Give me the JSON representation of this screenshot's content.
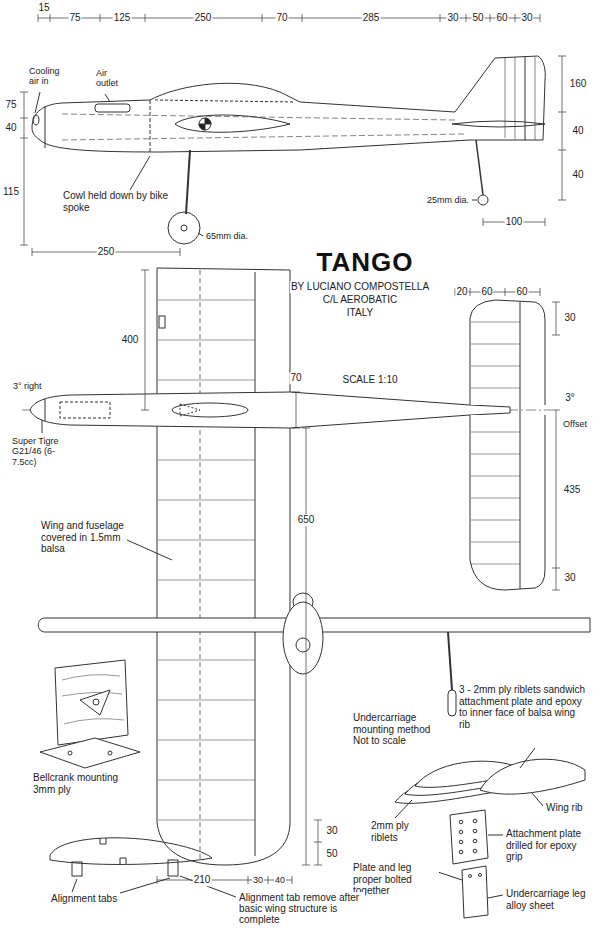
{
  "diagram": {
    "title": "TANGO",
    "labels": [
      "15",
      "75",
      "125",
      "250",
      "70",
      "285",
      "30",
      "50",
      "60",
      "30",
      "160",
      "40",
      "40",
      "75",
      "40",
      "115",
      "Cooling air in",
      "Air outlet",
      "Cowl held down by bike spoke",
      "65mm dia.",
      "25mm dia.",
      "250",
      "100",
      "BY LUCIANO COMPOSTELLA",
      "C/L AEROBATIC",
      "ITALY",
      "20",
      "60",
      "60",
      "30",
      "3°",
      "Offset",
      "435",
      "30",
      "400",
      "3° right",
      "70",
      "SCALE 1:10",
      "Super Tigre G21/46 (6-7.5cc)",
      "Wing and fuselage covered in 1.5mm balsa",
      "650",
      "30",
      "50",
      "210",
      "30",
      "40",
      "Bellcrank mounting 3mm ply",
      "Undercarriage mounting method Not to scale",
      "3 - 2mm ply riblets sandwich attachment plate and epoxy to inner face of balsa wing rib",
      "Wing rib",
      "2mm ply riblets",
      "Attachment plate drilled for epoxy grip",
      "Plate and leg proper bolted together",
      "Undercarriage leg alloy sheet",
      "Alignment tabs",
      "Alignment tab remove after basic wing structure is complete"
    ]
  }
}
